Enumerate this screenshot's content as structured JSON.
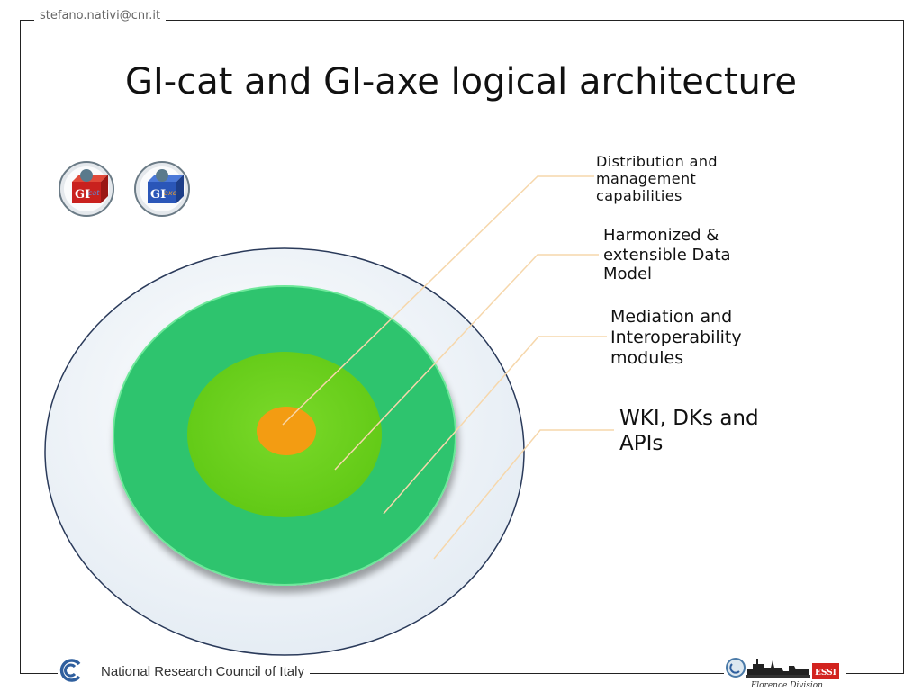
{
  "header": {
    "email": "stefano.nativi@cnr.it"
  },
  "slide": {
    "title": "GI-cat and GI-axe logical architecture"
  },
  "logos": {
    "gicat": {
      "text_main": "GI",
      "text_sub": "cat"
    },
    "giaxe": {
      "text_main": "GI",
      "text_sub": "axe"
    },
    "footer_right": {
      "text": "Florence Division",
      "badge": "ESSI"
    }
  },
  "layers": [
    {
      "label": "Distribution and management capabilities",
      "lines": [
        "Distribution and",
        "management",
        "capabilities"
      ],
      "color": "#f39c12"
    },
    {
      "label": "Harmonized & extensible Data Model",
      "lines": [
        "Harmonized &",
        "extensible Data",
        "Model"
      ],
      "color": "#6ed11e"
    },
    {
      "label": "Mediation and Interoperability modules",
      "lines": [
        "Mediation and",
        "Interoperability",
        "modules"
      ],
      "color": "#2ec46e"
    },
    {
      "label": "WKI, DKs and APIs",
      "lines": [
        "WKI, DKs and",
        "APIs"
      ],
      "color": "#eef3f8"
    }
  ],
  "footer": {
    "org": "National Research Council of Italy"
  }
}
